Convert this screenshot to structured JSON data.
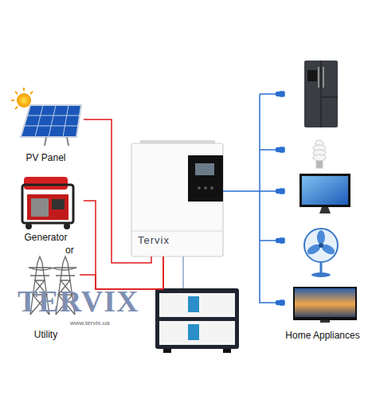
{
  "diagram": {
    "nodes": [
      {
        "text": [
          "PV Panel"
        ]
      },
      {
        "text": [
          "Generator"
        ]
      },
      {
        "text": [
          "Utility"
        ]
      },
      {
        "text": [
          "Tervix"
        ]
      },
      {
        "text": [
          "Home Appliances"
        ]
      }
    ],
    "edges": [
      {
        "from": 0,
        "to": 3,
        "arrow": "none"
      },
      {
        "from": 1,
        "to": 3,
        "arrow": "none"
      },
      {
        "from": 2,
        "to": 3,
        "arrow": "none"
      },
      {
        "from": 3,
        "to": 4,
        "arrow": "none"
      }
    ],
    "labels": [
      "or",
      "TERVIX",
      "www.tervix.ua"
    ]
  }
}
